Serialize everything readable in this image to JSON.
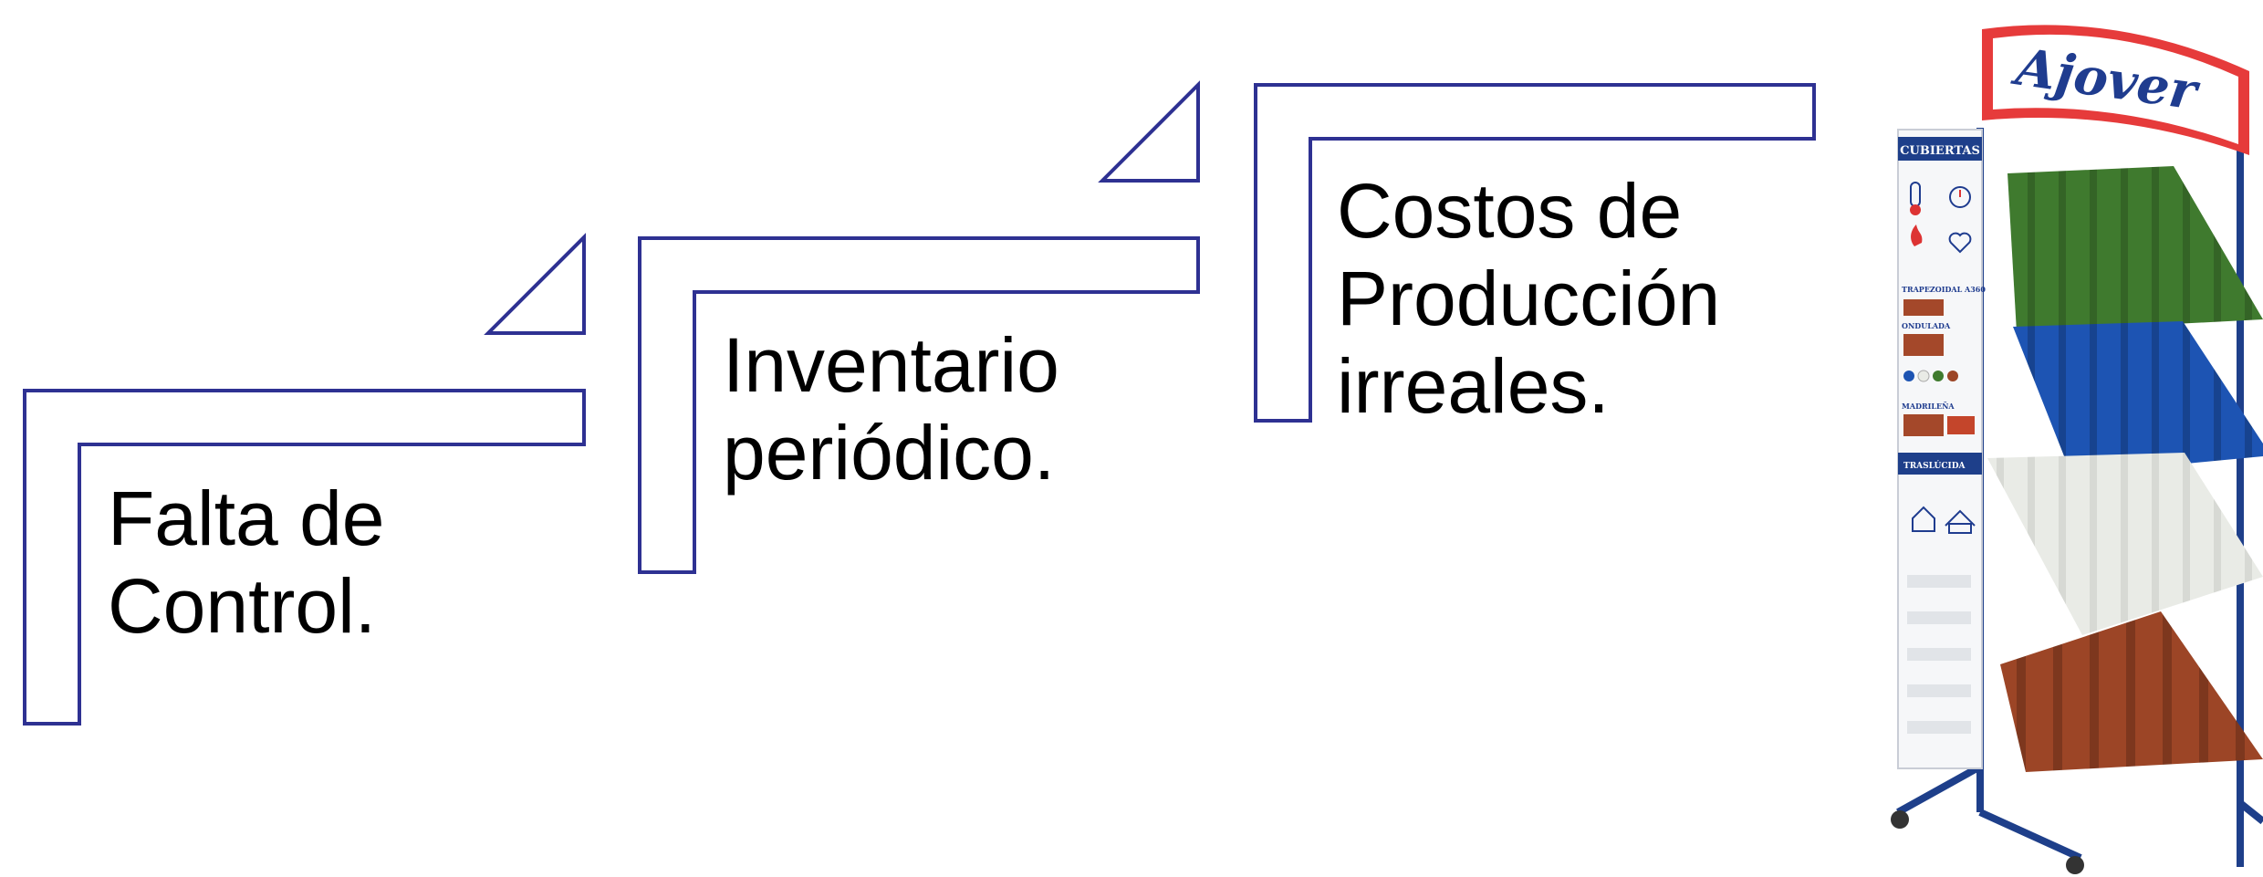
{
  "colors": {
    "outline": "#2e3192",
    "text": "#000000",
    "sign_red": "#e63b3b",
    "logo_blue": "#1f3c8f",
    "rack_blue": "#1e3f8a",
    "tile_green": "#3f7a2e",
    "tile_blue": "#1d54b3",
    "tile_white": "#e9ebe6",
    "tile_terracotta": "#9c4526"
  },
  "steps": [
    {
      "lines": [
        "Falta de",
        "Control."
      ]
    },
    {
      "lines": [
        "Inventario",
        "periódico."
      ]
    },
    {
      "lines": [
        "Costos de",
        "Producción",
        "irreales."
      ]
    }
  ],
  "product_display": {
    "brand": "Ajover",
    "panel_heading": "CUBIERTAS",
    "panel_labels": [
      "TRAPEZOIDAL A360",
      "ONDULADA",
      "MADRILEÑA",
      "TRASLÚCIDA"
    ],
    "icons": [
      "thermometer-icon",
      "clock-icon",
      "fire-icon",
      "heart-icon",
      "house-icon",
      "roof-icon"
    ]
  }
}
